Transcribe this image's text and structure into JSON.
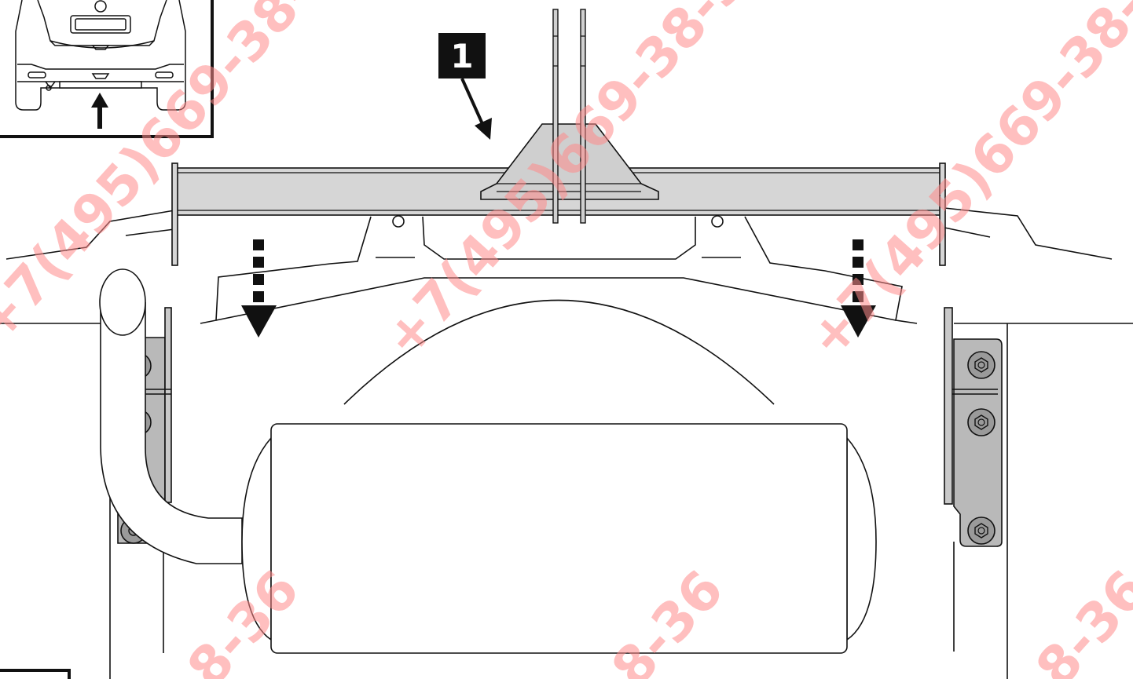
{
  "callout": {
    "number": "1"
  },
  "watermark": {
    "text_main": "+7(495)669-38-36",
    "text_partial": "8-36",
    "color": "#ff8a8a"
  },
  "colors": {
    "bar_fill": "#d6d6d6",
    "bracket_fill": "#b9b9b9",
    "line": "#111111",
    "callout_bg": "#111111",
    "callout_fg": "#ffffff"
  }
}
